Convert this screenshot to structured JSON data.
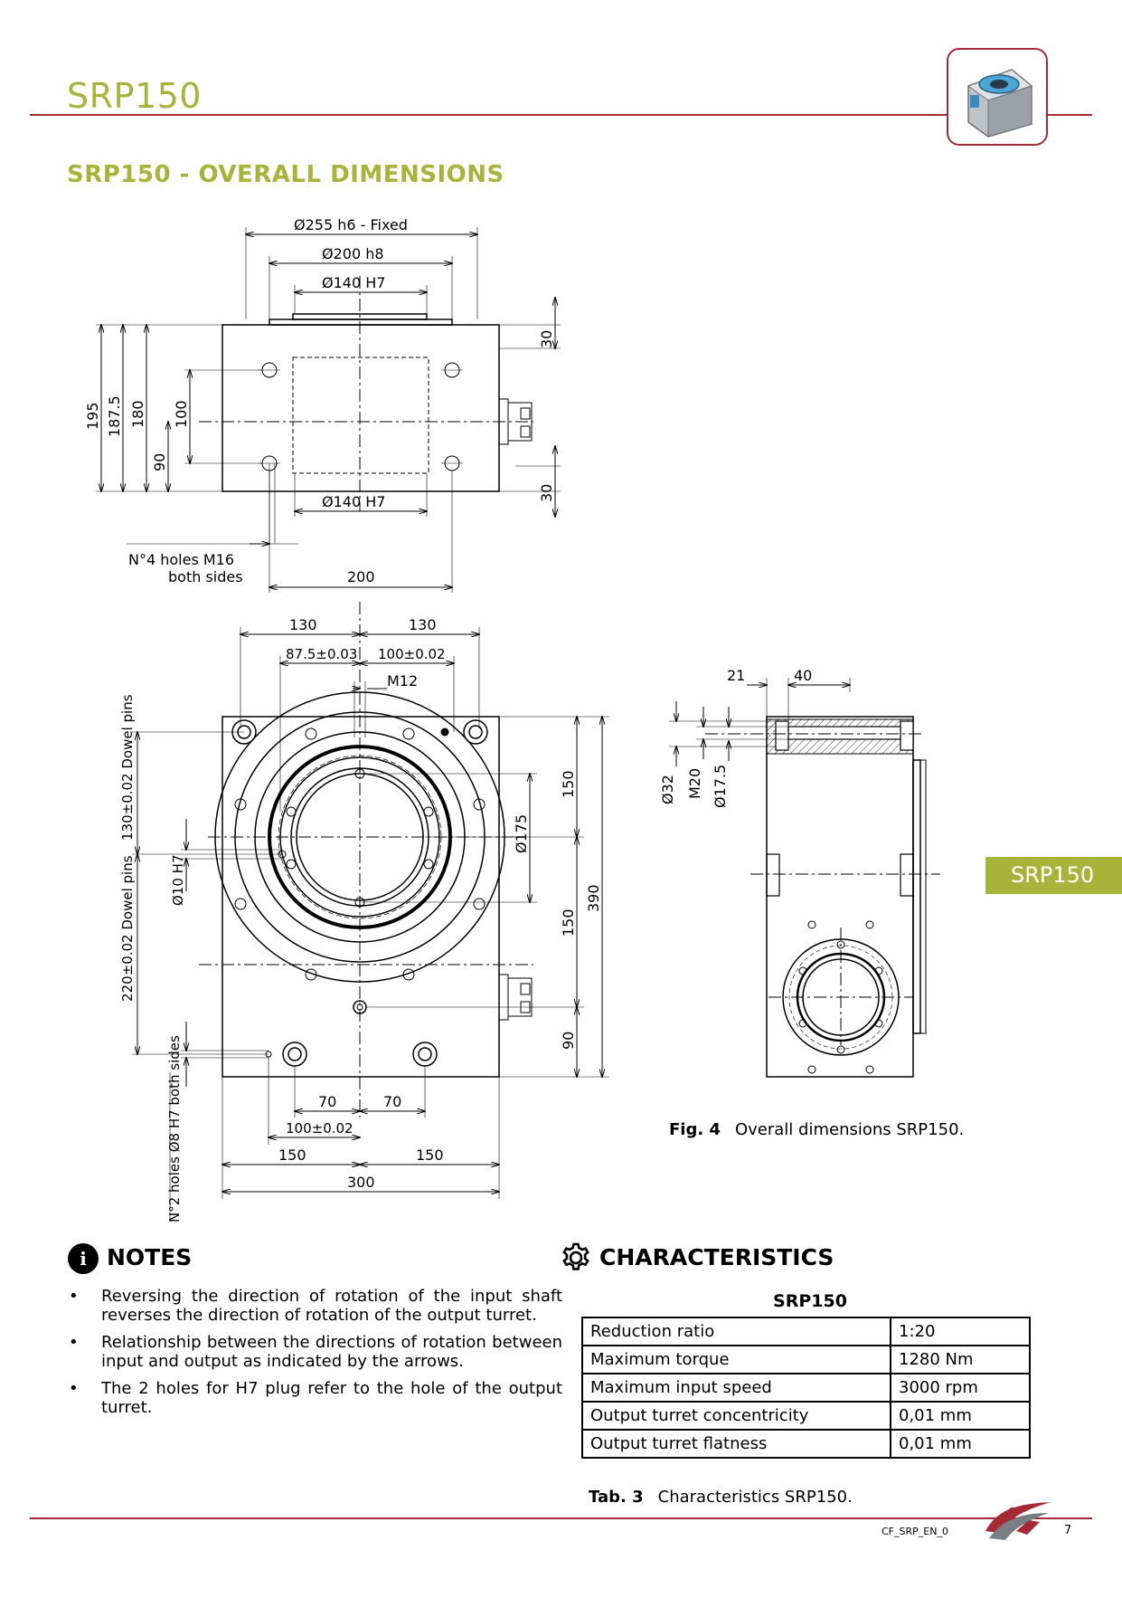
{
  "header": {
    "title": "SRP150"
  },
  "section": {
    "title": "SRP150 - OVERALL DIMENSIONS"
  },
  "side_tab": {
    "label": "SRP150"
  },
  "drawing": {
    "top_view": {
      "d255": "Ø255 h6 - Fixed",
      "d200": "Ø200 h8",
      "d140_top": "Ø140 H7",
      "d140_bottom": "Ø140 H7",
      "h195": "195",
      "h187": "187.5",
      "h180": "180",
      "h100": "100",
      "h90": "90",
      "r30_top": "30",
      "r30_bottom": "30",
      "holes_line1": "N°4 holes M16",
      "holes_line2": "both sides",
      "w200": "200"
    },
    "front_view": {
      "w130_l": "130",
      "w130_r": "130",
      "d87": "87.5±0.03",
      "d100": "100±0.02",
      "m12": "M12",
      "dowel130": "130±0.02 Dowel pins",
      "d10": "Ø10 H7",
      "dowel220": "220±0.02 Dowel pins",
      "holes8": "N°2 holes Ø8 H7 both sides",
      "r150_a": "150",
      "r150_b": "150",
      "r90": "90",
      "d175": "Ø175",
      "h390": "390",
      "b70_l": "70",
      "b70_r": "70",
      "b100": "100±0.02",
      "b150_l": "150",
      "b150_r": "150",
      "b300": "300"
    },
    "side_view": {
      "w21": "21",
      "w40": "40",
      "d32": "Ø32",
      "m20": "M20",
      "d17": "Ø17.5"
    }
  },
  "figure": {
    "label": "Fig. 4",
    "caption": "Overall dimensions SRP150."
  },
  "notes": {
    "title": "NOTES",
    "items": [
      "Reversing the direction of rotation of the input shaft reverses the direction of rotation of the output turret.",
      "Relationship between the directions of rotation between input and output as indicated by the arrows.",
      "The 2 holes for H7 plug refer to the hole of the output turret."
    ]
  },
  "characteristics": {
    "title": "CHARACTERISTICS",
    "table_title": "SRP150",
    "rows": [
      {
        "label": "Reduction ratio",
        "value": "1:20"
      },
      {
        "label": "Maximum torque",
        "value": "1280 Nm"
      },
      {
        "label": "Maximum input speed",
        "value": "3000 rpm"
      },
      {
        "label": "Output turret concentricity",
        "value": "0,01 mm"
      },
      {
        "label": "Output turret flatness",
        "value": "0,01 mm"
      }
    ]
  },
  "table_caption": {
    "label": "Tab. 3",
    "caption": "Characteristics SRP150."
  },
  "footer": {
    "code": "CF_SRP_EN_0",
    "page": "7"
  }
}
